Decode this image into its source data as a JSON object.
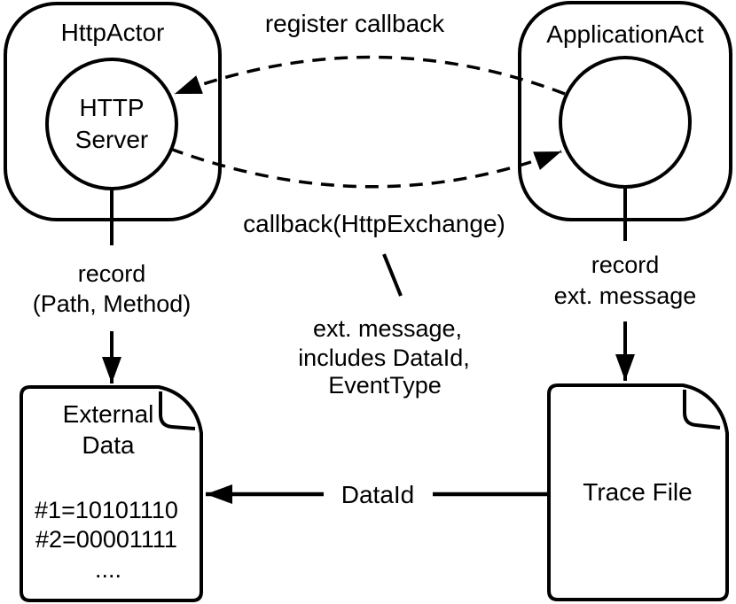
{
  "colors": {
    "stroke": "#000000",
    "background": "#ffffff",
    "text": "#000000"
  },
  "nodes": {
    "http_actor": {
      "label": "HttpActor",
      "inner_circle": {
        "line1": "HTTP",
        "line2": "Server"
      }
    },
    "application_actor": {
      "label": "ApplicationAct"
    },
    "external_data": {
      "title_line1": "External",
      "title_line2": "Data",
      "rows": {
        "row1": "#1=10101110",
        "row2": "#2=00001111",
        "row3": "...."
      }
    },
    "trace_file": {
      "label": "Trace File"
    }
  },
  "edges": {
    "register_callback": {
      "label": "register callback"
    },
    "callback": {
      "label": "callback(HttpExchange)"
    },
    "record_path_method": {
      "line1": "record",
      "line2": "(Path, Method)"
    },
    "record_ext_message": {
      "line1": "record",
      "line2": "ext. message"
    },
    "data_id": {
      "label": "DataId"
    },
    "ext_message_note": {
      "line1": "ext. message,",
      "line2": "includes DataId,",
      "line3": "EventType"
    }
  }
}
